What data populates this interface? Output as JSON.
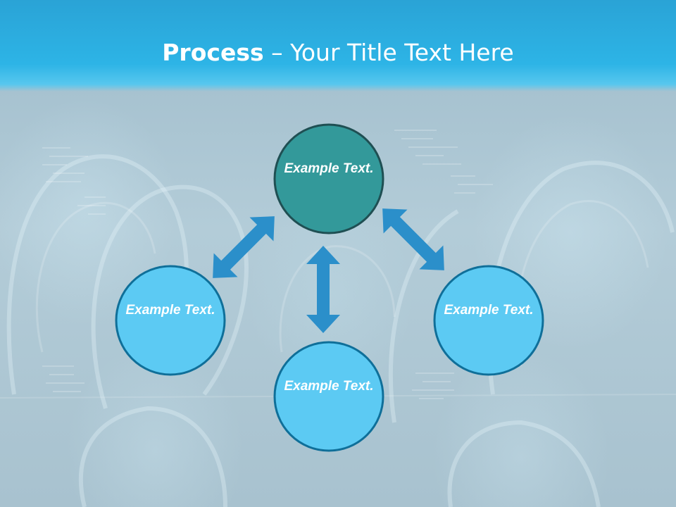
{
  "slide": {
    "title_bold": "Process",
    "title_rest": " – Your Title Text Here"
  },
  "colors": {
    "header": "#2db4e6",
    "center_node": "#33999a",
    "outer_node": "#5ccaf3",
    "node_border": "#ffffff",
    "arrow": "#2b8fca"
  },
  "nodes": [
    {
      "id": "top",
      "label": "Example Text."
    },
    {
      "id": "left",
      "label": "Example Text."
    },
    {
      "id": "right",
      "label": "Example Text."
    },
    {
      "id": "bottom",
      "label": "Example Text."
    }
  ]
}
